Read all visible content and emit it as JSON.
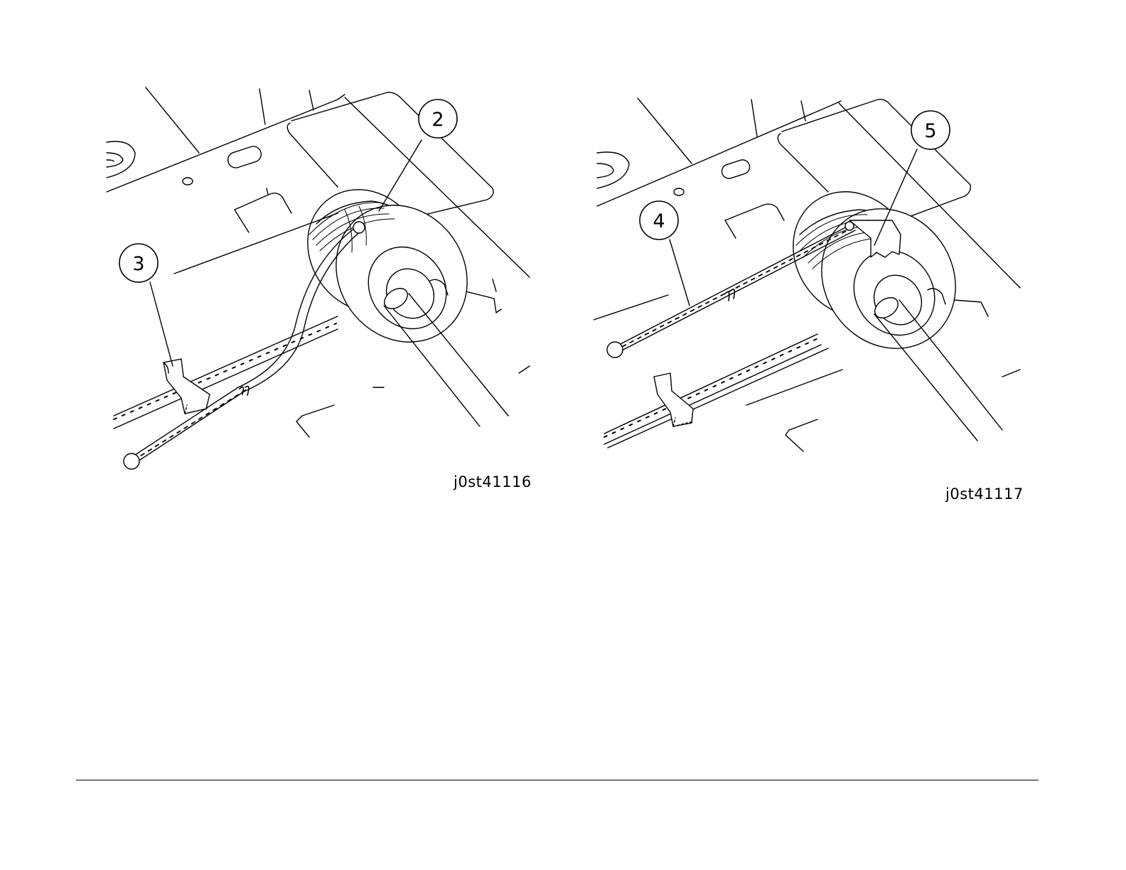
{
  "figures": [
    {
      "id": "j0st41116",
      "callouts": [
        "2",
        "3"
      ]
    },
    {
      "id": "j0st41117",
      "callouts": [
        "4",
        "5"
      ]
    }
  ],
  "colors": {
    "line": "#000000",
    "background": "#ffffff"
  }
}
